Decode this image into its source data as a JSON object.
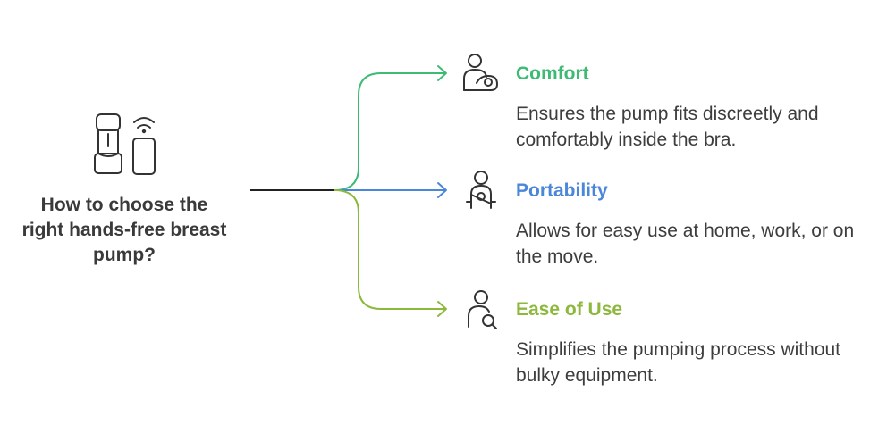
{
  "root": {
    "title": "How to choose the right hands-free breast pump?",
    "icon": "wearable-pump-with-wireless-device-icon"
  },
  "colors": {
    "comfort": "#3dbb74",
    "portability": "#4a86d9",
    "ease": "#8cb83c",
    "connector": "#222222",
    "text": "#3a3a3a"
  },
  "branches": [
    {
      "title": "Comfort",
      "description": "Ensures the pump fits discreetly and comfortably inside the bra.",
      "icon": "mother-holding-baby-icon"
    },
    {
      "title": "Portability",
      "description": "Allows for easy use at home, work, or on the move.",
      "icon": "person-carrying-baby-icon"
    },
    {
      "title": "Ease of Use",
      "description": "Simplifies the pumping process without bulky equipment.",
      "icon": "person-with-baby-icon"
    }
  ]
}
